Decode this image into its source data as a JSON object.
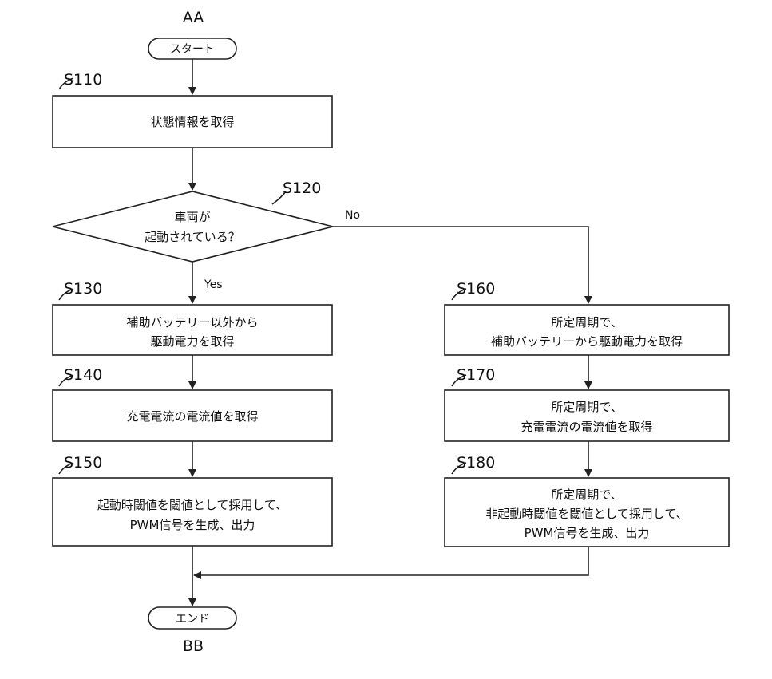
{
  "connectors": {
    "top": "AA",
    "bottom": "BB"
  },
  "terminals": {
    "start": "スタート",
    "end": "エンド"
  },
  "steps": {
    "s110": {
      "label": "S110",
      "lines": [
        "状態情報を取得"
      ]
    },
    "s120": {
      "label": "S120",
      "lines": [
        "車両が",
        "起動されている？"
      ],
      "yes": "Yes",
      "no": "No"
    },
    "s130": {
      "label": "S130",
      "lines": [
        "補助バッテリー以外から",
        "駆動電力を取得"
      ]
    },
    "s140": {
      "label": "S140",
      "lines": [
        "充電電流の電流値を取得"
      ]
    },
    "s150": {
      "label": "S150",
      "lines": [
        "起動時閾値を閾値として採用して、",
        "PWM信号を生成、出力"
      ]
    },
    "s160": {
      "label": "S160",
      "lines": [
        "所定周期で、",
        "補助バッテリーから駆動電力を取得"
      ]
    },
    "s170": {
      "label": "S170",
      "lines": [
        "所定周期で、",
        "充電電流の電流値を取得"
      ]
    },
    "s180": {
      "label": "S180",
      "lines": [
        "所定周期で、",
        "非起動時閾値を閾値として採用して、",
        "PWM信号を生成、出力"
      ]
    }
  }
}
